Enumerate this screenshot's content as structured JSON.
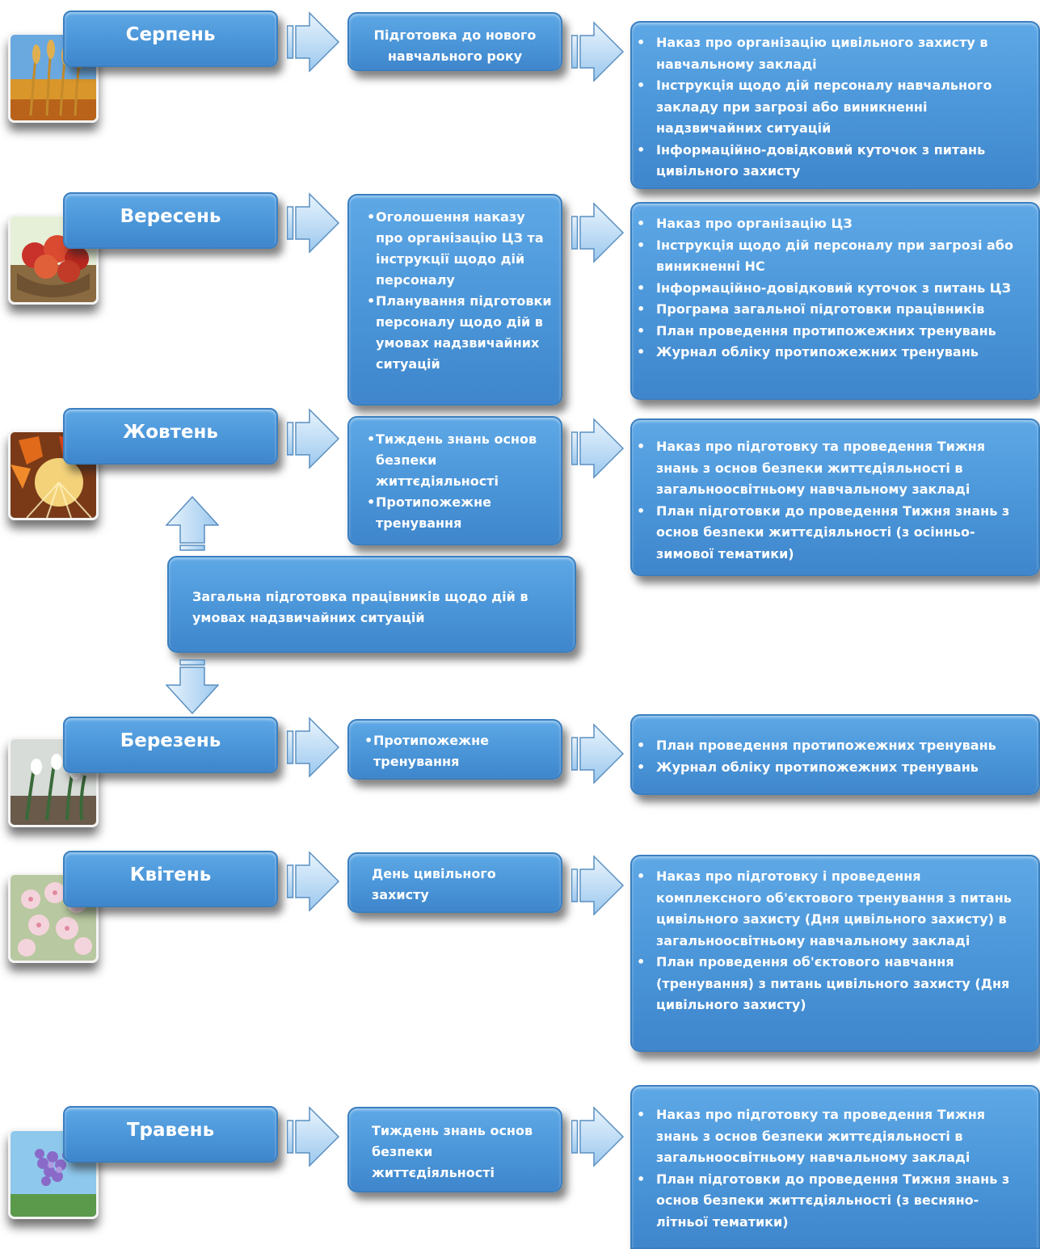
{
  "rows": [
    {
      "month": "Серпень",
      "activity_text": "Підготовка до нового навчального року",
      "documents": [
        "Наказ про організацію цивільного захисту в навчальному закладі",
        "Інструкція щодо дій персоналу навчального закладу при загрозі або виникненні надзвичайних ситуацій",
        "Інформаційно-довідковий куточок з питань цивільного захисту"
      ]
    },
    {
      "month": "Вересень",
      "activities": [
        "Оголошення наказу про організацію ЦЗ та інструкції щодо дій персоналу",
        "Планування підготовки персоналу щодо дій в умовах надзвичайних ситуацій"
      ],
      "documents": [
        "Наказ про організацію ЦЗ",
        "Інструкція щодо дій персоналу при загрозі або виникненні НС",
        "Інформаційно-довідковий куточок з питань ЦЗ",
        "Програма загальної підготовки працівників",
        "План проведення протипожежних тренувань",
        "Журнал обліку протипожежних тренувань"
      ]
    },
    {
      "month": "Жовтень",
      "activities": [
        "Тиждень знань основ безпеки життєдіяльності",
        "Протипожежне тренування"
      ],
      "documents": [
        "Наказ про підготовку та проведення Тижня знань з основ безпеки життєдіяльності в загальноосвітньому навчальному закладі",
        "План підготовки до проведення Тижня знань з основ безпеки життєдіяльності (з осінньо-зимової тематики)"
      ]
    },
    {
      "month": "Березень",
      "activities": [
        "Протипожежне тренування"
      ],
      "documents": [
        "План проведення протипожежних тренувань",
        "Журнал обліку протипожежних тренувань"
      ]
    },
    {
      "month": "Квітень",
      "activity_text": "День цивільного захисту",
      "documents": [
        "Наказ про підготовку і проведення комплексного об'єктового тренування з питань цивільного захисту (Дня цивільного захисту) в загальноосвітньому навчальному закладі",
        "План проведення об'єктового навчання (тренування) з питань цивільного захисту (Дня цивільного захисту)"
      ]
    },
    {
      "month": "Травень",
      "activity_text": "Тиждень знань основ безпеки життєдіяльності",
      "documents": [
        "Наказ про підготовку та проведення Тижня знань з основ безпеки життєдіяльності в загальноосвітньому навчальному закладі",
        "План підготовки до проведення Тижня знань з основ безпеки життєдіяльності (з весняно-літньої тематики)"
      ]
    }
  ],
  "general_training": "Загальна підготовка працівників щодо дій в умовах надзвичайних ситуацій",
  "colors": {
    "box_fill": "#4a95d8",
    "box_border": "#3a7fc0",
    "arrow_fill": "#b6d8f5",
    "arrow_stroke": "#5a8fc0",
    "text": "#ffffff"
  },
  "icons": [
    "wheat-icon",
    "apples-icon",
    "autumn-leaves-icon",
    "snowdrops-icon",
    "blossom-icon",
    "lilac-icon"
  ]
}
